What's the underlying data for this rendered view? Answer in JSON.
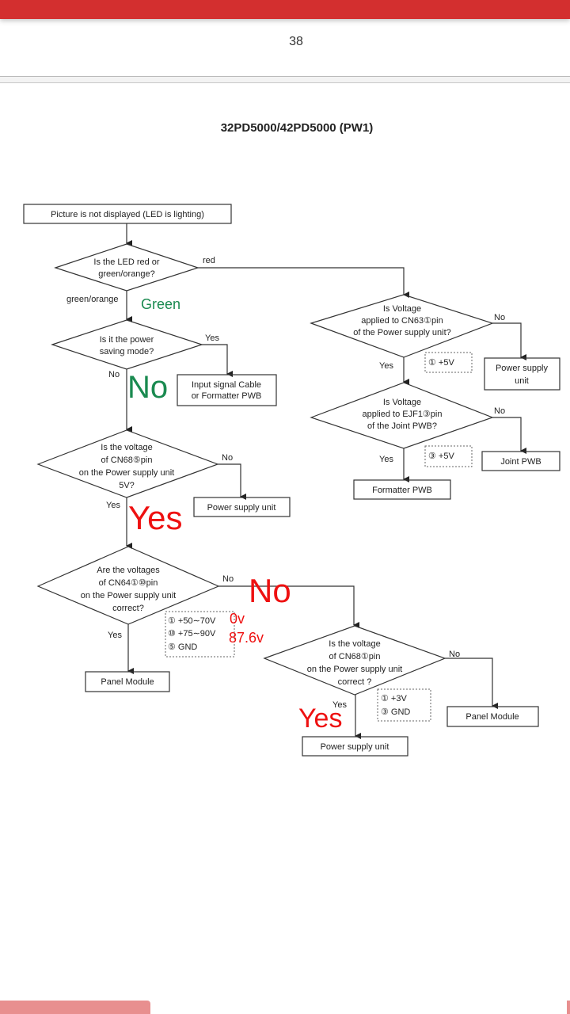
{
  "viewer": {
    "page_number": "38"
  },
  "doc": {
    "title": "32PD5000/42PD5000 (PW1)",
    "start": "Picture is not displayed (LED is lighting)",
    "d1": {
      "lines": [
        "Is the LED red or",
        "green/orange?"
      ],
      "right": "red",
      "down": "green/orange"
    },
    "d2": {
      "lines": [
        "Is it the power",
        "saving mode?"
      ],
      "right": "Yes",
      "down": "No"
    },
    "box_input": [
      "Input signal Cable",
      "or Formatter PWB"
    ],
    "d3": {
      "lines": [
        "Is the voltage",
        "of CN68⑤pin",
        "on the Power supply unit",
        "5V?"
      ],
      "right": "No",
      "down": "Yes"
    },
    "box_psu1": "Power supply unit",
    "d4": {
      "lines": [
        "Are the voltages",
        "of CN64①⑩pin",
        "on the Power supply unit",
        "correct?"
      ],
      "right": "No",
      "down": "Yes"
    },
    "note_d4": [
      "①  +50∼70V",
      "⑩  +75∼90V",
      "⑤  GND"
    ],
    "box_panel1": "Panel Module",
    "d5": {
      "lines": [
        "Is the voltage",
        "of CN68①pin",
        "on the Power supply unit",
        "correct ?"
      ],
      "right": "No",
      "down": "Yes"
    },
    "note_d5": [
      "①  +3V",
      "③  GND"
    ],
    "box_panel2": "Panel Module",
    "box_psu3": "Power supply unit",
    "d6": {
      "lines": [
        "Is Voltage",
        "applied to CN63①pin",
        "of the Power supply unit?"
      ],
      "right": "No",
      "down": "Yes"
    },
    "note_d6": "①  +5V",
    "box_psu2": [
      "Power supply",
      "unit"
    ],
    "d7": {
      "lines": [
        "Is Voltage",
        "applied to EJF1③pin",
        "of the Joint PWB?"
      ],
      "right": "No",
      "down": "Yes"
    },
    "note_d7": "③  +5V",
    "box_joint": "Joint PWB",
    "box_formatter": "Formatter PWB"
  },
  "annotations": {
    "green": "Green",
    "no1": "No",
    "yes1": "Yes",
    "no2": "No",
    "v1": "0v",
    "v10": "87.6v",
    "yes2": "Yes"
  },
  "colors": {
    "header": "#d32f2f",
    "annotation_red": "#ee1111",
    "annotation_green": "#1a8a50"
  }
}
